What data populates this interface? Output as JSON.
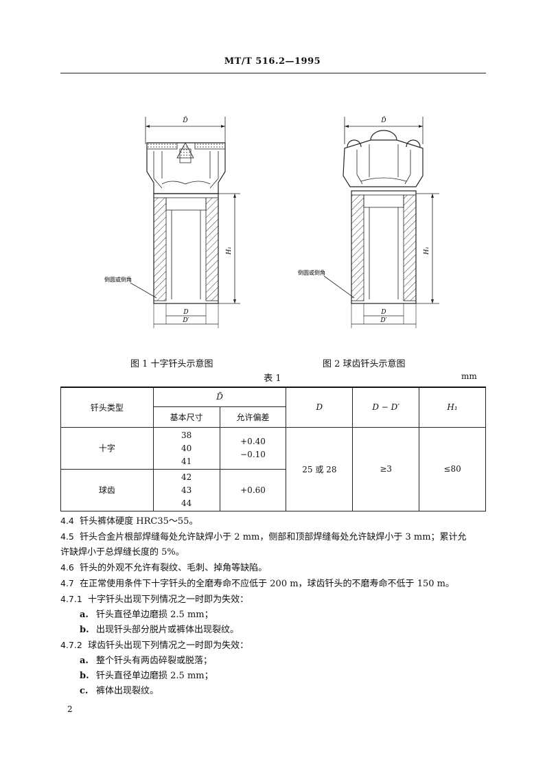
{
  "header": {
    "doc_number": "MT/T 516.2—1995"
  },
  "figures": {
    "fig1": {
      "caption": "图 1   十字钎头示意图",
      "label_dbar": "D̄",
      "label_h1": "H₁",
      "label_d": "D",
      "label_dprime": "D′",
      "label_chamfer": "倒圆或倒角"
    },
    "fig2": {
      "caption": "图 2   球齿钎头示意图",
      "label_dbar": "D̄",
      "label_h1": "H₁",
      "label_d": "D",
      "label_dprime": "D′",
      "label_chamfer": "倒圆或倒角"
    }
  },
  "table": {
    "title": "表 1",
    "unit": "mm",
    "headers": {
      "type": "钎头类型",
      "dbar": "D̄",
      "basic_size": "基本尺寸",
      "tolerance": "允许偏差",
      "d": "D",
      "d_minus_dprime": "D − D′",
      "h1": "H₁"
    },
    "rows": {
      "cross": {
        "type": "十字",
        "sizes": [
          "38",
          "40",
          "41"
        ],
        "tolerance_upper": "+0.40",
        "tolerance_lower": "−0.10"
      },
      "button": {
        "type": "球齿",
        "sizes": [
          "42",
          "43",
          "44"
        ],
        "tolerance": "+0.60"
      },
      "shared": {
        "d": "25 或 28",
        "d_minus_dprime": "≥3",
        "h1": "≤80"
      }
    }
  },
  "sections": [
    {
      "num": "4.4",
      "text": "钎头裤体硬度 HRC35～55。"
    },
    {
      "num": "4.5",
      "text": "钎头合金片根部焊缝每处允许缺焊小于 2 mm，侧部和顶部焊缝每处允许缺焊小于 3 mm；累计允",
      "text2": "许缺焊小于总焊缝长度的 5%。"
    },
    {
      "num": "4.6",
      "text": "钎头的外观不允许有裂纹、毛刺、掉角等缺陷。"
    },
    {
      "num": "4.7",
      "text": "在正常使用条件下十字钎头的全磨寿命不应低于 200 m，球齿钎头的不磨寿命不低于 150 m。"
    },
    {
      "num": "4.7.1",
      "text": "十字钎头出现下列情况之一时即为失效："
    },
    {
      "num": "a.",
      "text": "钎头直径单边磨损 2.5 mm；"
    },
    {
      "num": "b.",
      "text": "出现钎头部分脱片或裤体出现裂纹。"
    },
    {
      "num": "4.7.2",
      "text": "球齿钎头出现下列情况之一时即为失效："
    },
    {
      "num": "a.",
      "text": "整个钎头有两齿碎裂或脱落；"
    },
    {
      "num": "b.",
      "text": "钎头直径单边磨损 2.5 mm；"
    },
    {
      "num": "c.",
      "text": "裤体出现裂纹。"
    }
  ],
  "page_number": "2"
}
